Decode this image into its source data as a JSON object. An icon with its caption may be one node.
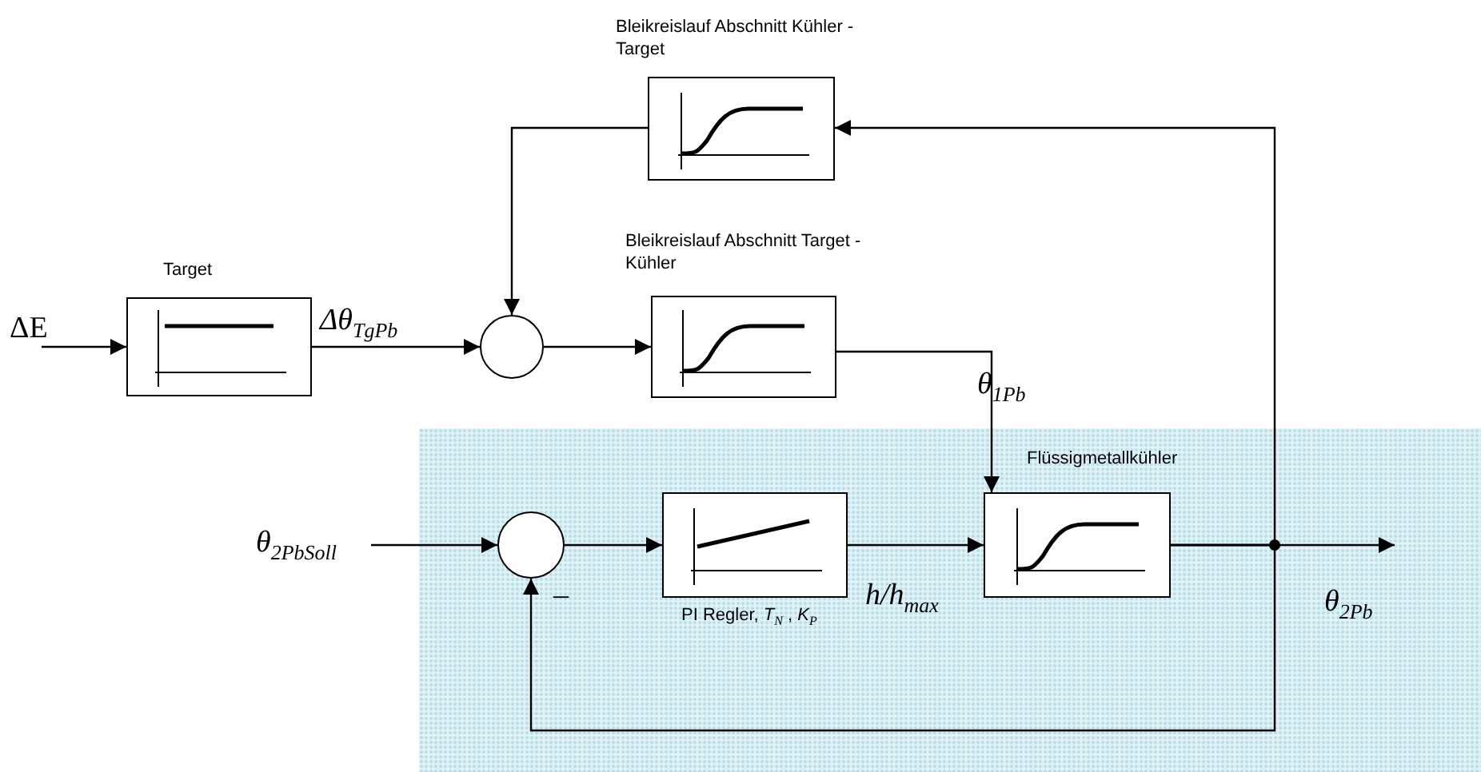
{
  "diagram": {
    "nodes": [
      {
        "text": [
          "ΔE"
        ]
      },
      {
        "text": [
          "Target"
        ]
      },
      {
        "text": [],
        "shape": "circle"
      },
      {
        "text": [
          "Bleikreislauf Abschnitt Kühler - Target"
        ]
      },
      {
        "text": [
          "Bleikreislauf Abschnitt Target - Kühler"
        ]
      },
      {
        "text": [],
        "shape": "box"
      },
      {
        "text": [
          "θ$_{2PbSoll}$"
        ]
      },
      {
        "text": [],
        "shape": "circle",
        "in": 5
      },
      {
        "text": [
          "PI Regler, *T*$_{N}$ , *K*$_{P}$"
        ],
        "in": 5
      },
      {
        "text": [
          "Flüssigmetallkühler"
        ],
        "in": 5
      }
    ],
    "edges": [
      {
        "from": 0,
        "to": 1,
        "arrow": "to"
      },
      {
        "from": 1,
        "to": 2,
        "arrow": "to",
        "label": "Δθ$_{TgPb}$"
      },
      {
        "from": 3,
        "to": 2,
        "arrow": "to"
      },
      {
        "from": 2,
        "to": 4,
        "arrow": "to"
      },
      {
        "from": 4,
        "to": 9,
        "arrow": "to",
        "label": "θ$_{1Pb}$"
      },
      {
        "from": 6,
        "to": 7,
        "arrow": "to"
      },
      {
        "from": 7,
        "to": 8,
        "arrow": "to"
      },
      {
        "from": 8,
        "to": 9,
        "arrow": "to",
        "label": "h/h$_{max}$"
      },
      {
        "from": 9,
        "to": null,
        "arrow": "to",
        "label": "θ$_{2Pb}$"
      },
      {
        "from": 9,
        "to": 3,
        "arrow": "to"
      },
      {
        "from": 9,
        "to": 7,
        "arrow": "to",
        "label": "–"
      }
    ]
  }
}
